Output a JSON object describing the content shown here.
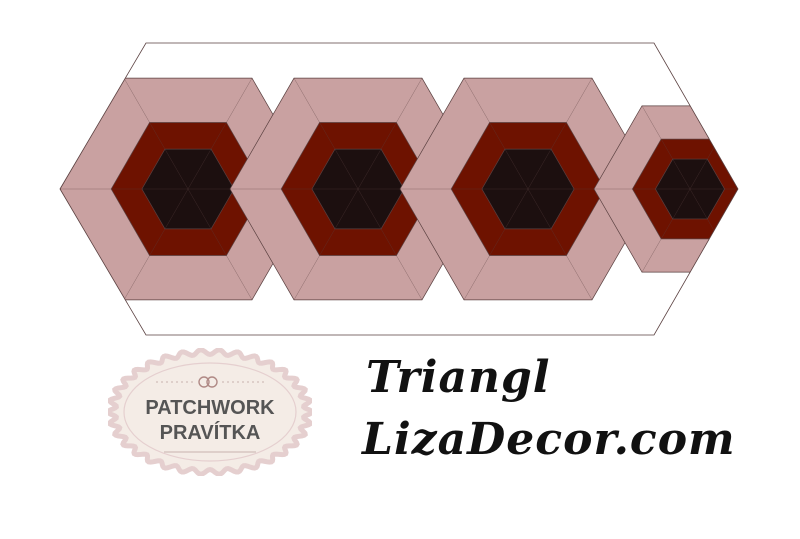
{
  "quilt": {
    "colors": {
      "outer": "#c9a1a1",
      "middle": "#6e1200",
      "inner": "#1c0f0f",
      "outline": "#5a4040"
    }
  },
  "logo": {
    "line1": "PATCHWORK",
    "line2": "PRAVÍTKA",
    "text_color": "#555555",
    "fill_color": "#f4ece6",
    "border_color": "#e5cfcf"
  },
  "caption": {
    "title": "Triangl",
    "site": "LizaDecor.com"
  }
}
